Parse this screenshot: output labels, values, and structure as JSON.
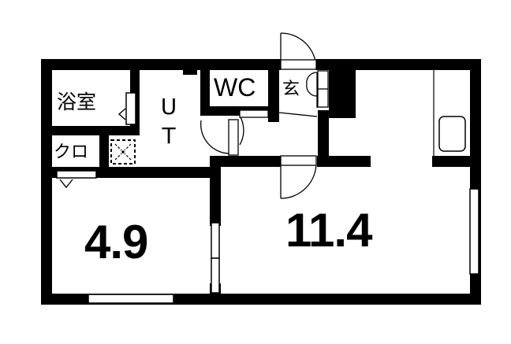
{
  "floor_plan": {
    "rooms": [
      {
        "id": "bathroom",
        "label": "浴室"
      },
      {
        "id": "utility",
        "label_line1": "U",
        "label_line2": "T"
      },
      {
        "id": "toilet",
        "label": "WC"
      },
      {
        "id": "entrance",
        "label": "玄"
      },
      {
        "id": "closet",
        "label": "クロ"
      },
      {
        "id": "western_room",
        "label": "4.9"
      },
      {
        "id": "main_room",
        "label": "11.4"
      }
    ],
    "colors": {
      "wall": "#000000",
      "background": "#ffffff"
    }
  }
}
